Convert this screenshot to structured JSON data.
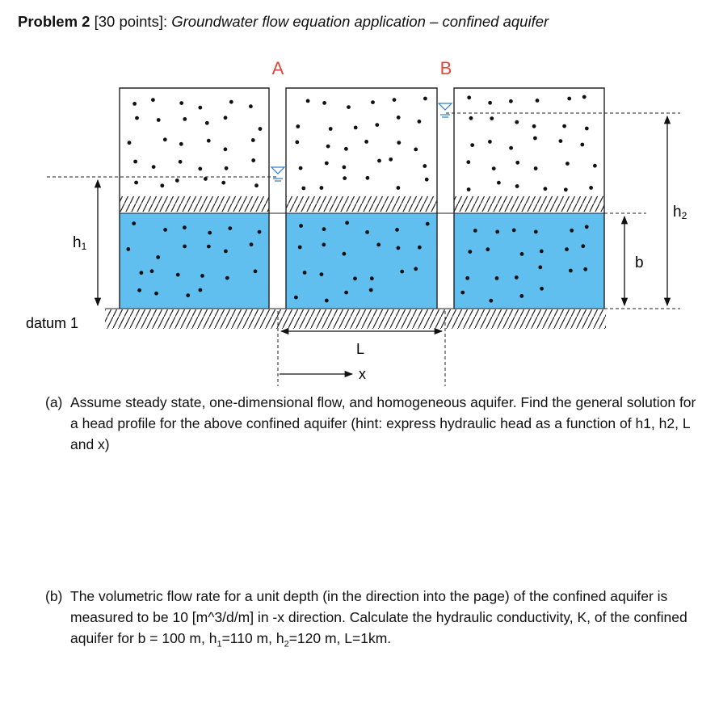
{
  "title": {
    "bold": "Problem 2",
    "points": "[30 points]:",
    "italic": "Groundwater flow equation application – confined aquifer"
  },
  "figure": {
    "well_a": "A",
    "well_b": "B",
    "h1": "h",
    "h1_sub": "1",
    "h2": "h",
    "h2_sub": "2",
    "b": "b",
    "datum": "datum 1",
    "L": "L",
    "x": "x",
    "colors": {
      "aquifer": "#61bfef",
      "well_label": "#e0483c",
      "outline": "#222222"
    }
  },
  "part_a": {
    "label": "(a)",
    "text": "Assume steady state, one-dimensional flow, and homogeneous aquifer. Find the general solution for a head profile for the above confined aquifer (hint: express hydraulic head as a function of h1, h2, L and x)"
  },
  "part_b": {
    "label": "(b)",
    "text_1": "The volumetric flow rate for a unit depth (in the direction into the page) of the confined aquifer is measured to be 10 [m^3/d/m] in -x direction. Calculate the hydraulic conductivity, K, of the confined aquifer for b = 100 m, h",
    "sub_1": "1",
    "text_2": "=110 m, h",
    "sub_2": "2",
    "text_3": "=120 m, L=1km."
  }
}
